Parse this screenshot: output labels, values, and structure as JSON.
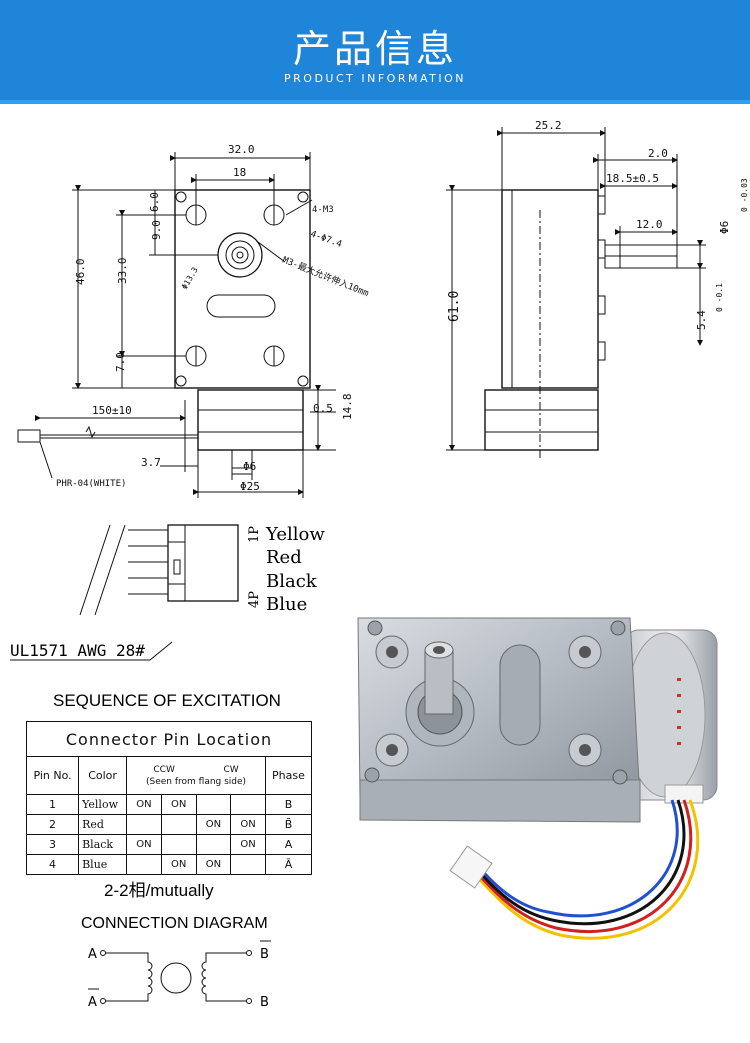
{
  "banner": {
    "title": "产品信息",
    "subtitle": "PRODUCT INFORMATION"
  },
  "front_view": {
    "width_dim": "32.0",
    "hole_spacing_dim": "18",
    "top_offset_dim": "6.0",
    "mid_offset_dim": "9.0",
    "height_dim": "46.0",
    "hole_vertical_dim": "33.0",
    "bottom_offset_dim": "7.0",
    "hole_label": "4-M3",
    "hole_dia_label": "4-Φ7.4",
    "boss_dia_label": "Φ13.3",
    "shaft_note": "M3-最大允许伸入10mm",
    "cable_length": "150±10",
    "connector_label": "PHR-04(WHITE)",
    "motor_gap": "0.5",
    "motor_height": "14.8",
    "shaft_offset": "3.7",
    "shaft_dia": "Φ6",
    "motor_dia": "Φ25"
  },
  "side_view": {
    "depth_dim": "25.2",
    "shaft_ext_dim": "2.0",
    "shaft_len_dim": "18.5±0.5",
    "flat_len_dim": "12.0",
    "shaft_dia_dim": "Φ6",
    "shaft_tol": "0 -0.03",
    "flat_dim": "5.4",
    "flat_tol": "0 -0.1",
    "height_dim": "61.0"
  },
  "wiring": {
    "pin_first": "1P",
    "pin_last": "4P",
    "colors": [
      "Yellow",
      "Red",
      "Black",
      "Blue"
    ],
    "cable_spec": "UL1571  AWG 28#"
  },
  "sequence": {
    "title": "SEQUENCE  OF  EXCITATION",
    "table_title": "Connector  Pin  Location",
    "headers": {
      "pin": "Pin No.",
      "color": "Color",
      "ccw": "CCW",
      "cw": "CW",
      "seen": "(Seen from flang side)",
      "phase": "Phase"
    },
    "rows": [
      {
        "pin": "1",
        "color": "Yellow",
        "c1": "ON",
        "c2": "ON",
        "c3": "",
        "c4": "",
        "phase": "B"
      },
      {
        "pin": "2",
        "color": "Red",
        "c1": "",
        "c2": "",
        "c3": "ON",
        "c4": "ON",
        "phase": "B̄"
      },
      {
        "pin": "3",
        "color": "Black",
        "c1": "ON",
        "c2": "",
        "c3": "",
        "c4": "ON",
        "phase": "A"
      },
      {
        "pin": "4",
        "color": "Blue",
        "c1": "",
        "c2": "ON",
        "c3": "ON",
        "c4": "",
        "phase": "Ā"
      }
    ],
    "mode": "2-2相/mutually"
  },
  "connection": {
    "title": "CONNECTION  DIAGRAM",
    "label_a": "A",
    "label_a_bar": "A",
    "label_b_bar": "B",
    "label_b": "B"
  },
  "colors": {
    "banner": "#1e85d8",
    "wire_yellow": "#f2c200",
    "wire_red": "#d02020",
    "wire_black": "#111111",
    "wire_blue": "#2050d0"
  }
}
